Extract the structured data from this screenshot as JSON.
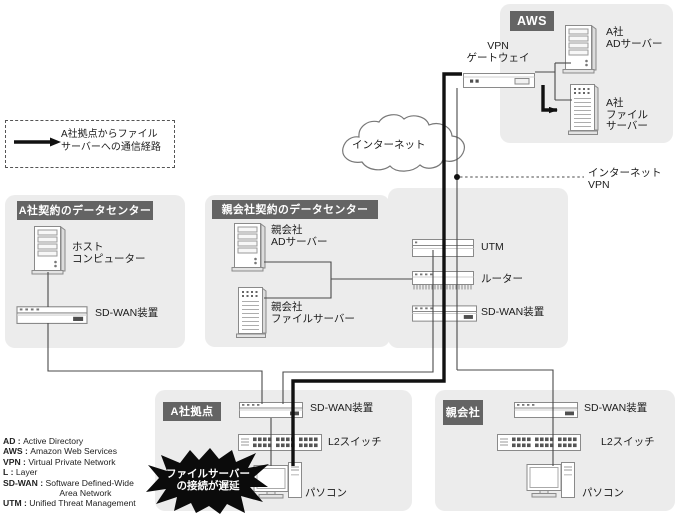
{
  "colors": {
    "panel_bg": "#ececec",
    "header_bg": "#646464",
    "thin_line": "#4a4a4a",
    "route_line": "#111111",
    "alert_bg": "#0b0b0b"
  },
  "legend": {
    "route_label": "A社拠点からファイル\nサーバーへの通信経路"
  },
  "aws": {
    "title": "AWS",
    "ad_server_label": "A社\nADサーバー",
    "file_server_label": "A社\nファイル\nサーバー",
    "vpn_gateway_label": "VPN\nゲートウェイ"
  },
  "internet": {
    "cloud_label": "インターネット",
    "vpn_line_label": "インターネット\nVPN"
  },
  "dc_a": {
    "title": "A社契約のデータセンター",
    "host_label": "ホスト\nコンピューター",
    "sdwan_label": "SD-WAN装置"
  },
  "dc_parent": {
    "title": "親会社契約のデータセンター",
    "ad_server_label": "親会社\nADサーバー",
    "file_server_label": "親会社\nファイルサーバー"
  },
  "network_stack": {
    "utm_label": "UTM",
    "router_label": "ルーター",
    "sdwan_label": "SD-WAN装置"
  },
  "site_a": {
    "title": "A社拠点",
    "sdwan_label": "SD-WAN装置",
    "switch_label": "L2スイッチ",
    "pc_label": "パソコン",
    "alert_label": "ファイルサーバー\nの接続が遅延"
  },
  "site_parent": {
    "title": "親会社",
    "sdwan_label": "SD-WAN装置",
    "switch_label": "L2スイッチ",
    "pc_label": "パソコン"
  },
  "abbr_sep": " : ",
  "abbreviations": [
    {
      "term": "AD",
      "definition": "Active Directory"
    },
    {
      "term": "AWS",
      "definition": "Amazon Web Services"
    },
    {
      "term": "VPN",
      "definition": "Virtual Private Network"
    },
    {
      "term": "L",
      "definition": "Layer"
    },
    {
      "term": "SD-WAN",
      "definition": "Software Defined-Wide\n      Area Network"
    },
    {
      "term": "UTM",
      "definition": "Unified Threat Management"
    }
  ]
}
